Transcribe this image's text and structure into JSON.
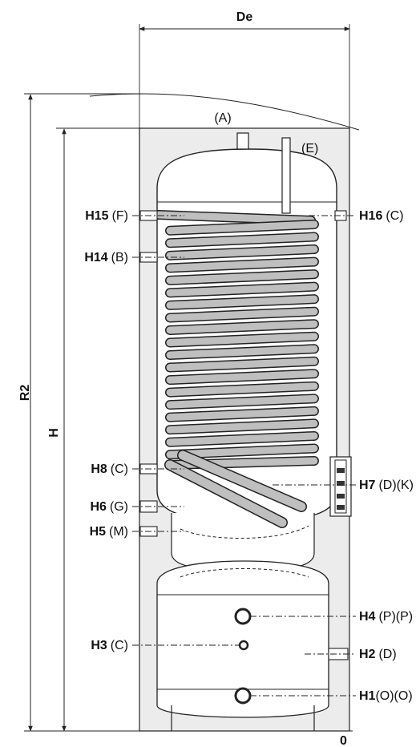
{
  "dimensions": {
    "width_label": "De",
    "total_height_label": "R2",
    "height_label": "H",
    "zero_label": "0"
  },
  "top_labels": {
    "a": "(A)",
    "e": "(E)"
  },
  "connections_left": [
    {
      "code": "H15",
      "letter": "(F)"
    },
    {
      "code": "H14",
      "letter": "(B)"
    },
    {
      "code": "H8",
      "letter": "(C)"
    },
    {
      "code": "H6",
      "letter": "(G)"
    },
    {
      "code": "H5",
      "letter": "(M)"
    },
    {
      "code": "H3",
      "letter": "(C)"
    }
  ],
  "connections_right": [
    {
      "code": "H16",
      "letter": "(C)"
    },
    {
      "code": "H7",
      "letter": "(D)(K)"
    },
    {
      "code": "H4",
      "letter": "(P)(P)"
    },
    {
      "code": "H2",
      "letter": "(D)"
    },
    {
      "code": "H1",
      "letter": "(O)(O)"
    }
  ],
  "colors": {
    "jacket": "#ececec",
    "coil": "#bfbfbf",
    "line": "#222222"
  }
}
